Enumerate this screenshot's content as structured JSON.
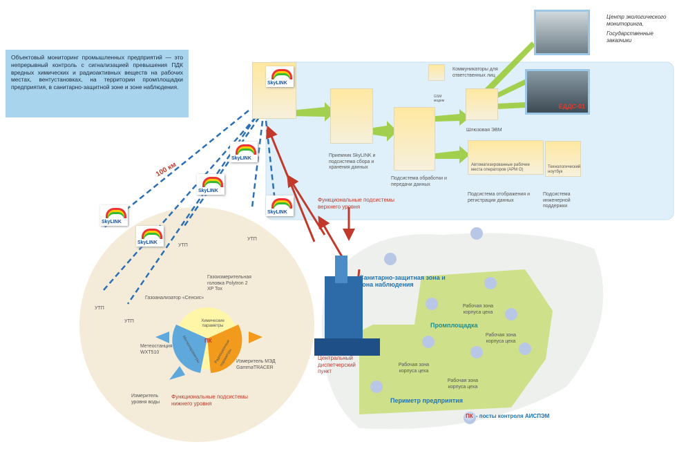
{
  "description": "Объектовый мониторинг промышленных предприятий — это непрерывный контроль с сигнализацией превышения ПДК вредных химических и радиоактивных веществ на рабочих местах, вентустановках, на территории промплощадки предприятия, в санитарно-защитной зоне и зоне наблюдения.",
  "top_right": {
    "line1": "Центр экологического мониторинга,",
    "line2": "Государственные заказчики"
  },
  "logo_text": "SkyLINK",
  "upper": {
    "communicators": "Коммуникаторы для ответственных лиц",
    "gsm": "GSM модем",
    "gateway": "Шлюзовая ЭВМ",
    "edds": "ЕДДС-01",
    "receiver": "Приемник SkyLINK и подсистема сбора и хранения данных",
    "processing": "Подсистема обработки и передачи данных",
    "arm": "Автоматизированные рабочие места операторов (АРМ О)",
    "display": "Подсистема отображения и регистрации данных",
    "notebook": "Технологический ноутбук",
    "engineering": "Подсистема инженерной поддержки",
    "level_label": "Функциональные подсистемы верхнего уровня"
  },
  "distance": "100 км",
  "lower": {
    "utp": "УТП",
    "gas_analyzer": "Газоанализатор «Сенсис»",
    "gas_head": "Газоизмерительная головка Polytron 2 XP Tox",
    "chem": "Химические параметры",
    "meteo_params": "Метеопараметры",
    "rad_params": "Радиационные параметры",
    "pk": "ПК",
    "meteo": "Метеостанция WXT510",
    "gamma": "Измеритель МЭД GammaTRACER",
    "water": "Измеритель уровня воды",
    "level_label": "Функциональные подсистемы нижнего уровня"
  },
  "site": {
    "sanitary": "Санитарно-защитная зона и зона наблюдения",
    "industrial": "Промплощадка",
    "workzone": "Рабочая зона корпуса цеха",
    "central": "Центральный диспетчерский пункт",
    "perimeter": "Периметр предприятия",
    "legend_pk": "ПК",
    "legend": "- посты контроля",
    "legend_sys": "АИСПЭМ"
  },
  "colors": {
    "panel": "#dff0fa",
    "arrow": "#9ccc3c",
    "red": "#c0392b",
    "zone": "#cfe08a",
    "circle": "#f4ecd8"
  }
}
